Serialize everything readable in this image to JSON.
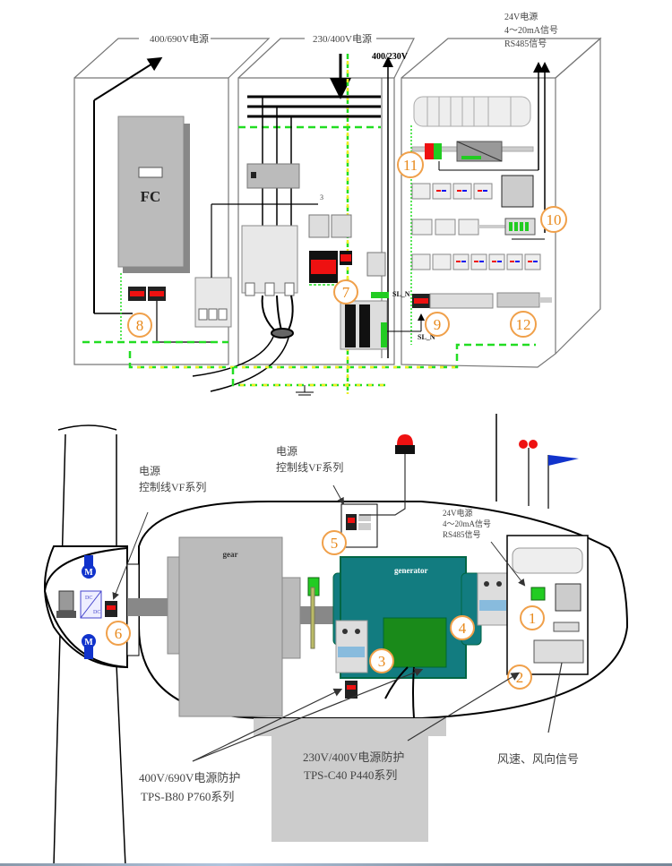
{
  "top_diagram": {
    "cabinet_labels": {
      "left": "400/690V电源",
      "middle": "230/400V电源",
      "middle_output": "400/230V",
      "right_lines": [
        "24V电源",
        "4～20mA信号",
        "RS485信号"
      ]
    },
    "fc_label": "FC",
    "fuse_count_label": "3",
    "sl_n_labels": [
      "SL_N",
      "SL_N"
    ],
    "callouts": [
      "7",
      "8",
      "9",
      "10",
      "11",
      "12"
    ]
  },
  "bottom_diagram": {
    "hub_annotation": [
      "电源",
      "控制线VF系列"
    ],
    "nacelle_annotation": [
      "电源",
      "控制线VF系列"
    ],
    "cabinet_annotation": [
      "24V电源",
      "4～20mA信号",
      "RS485信号"
    ],
    "gear_label": "gear",
    "generator_label": "generator",
    "motor_label": "M",
    "converter_labels": [
      "DC",
      "DC"
    ],
    "callouts": [
      "1",
      "2",
      "3",
      "4",
      "5",
      "6"
    ],
    "protection_left": [
      "400V/690V电源防护",
      "TPS-B80 P760系列"
    ],
    "protection_right": [
      "230V/400V电源防护",
      "TPS-C40 P440系列"
    ],
    "wind_signal": "风速、风向信号"
  },
  "colors": {
    "earth_green": "#22dd22",
    "earth_yellow": "#eeee22",
    "callout_orange": "#e8891c",
    "generator_teal": "#127c80",
    "spd_red": "#ee1111",
    "flag_blue": "#1133cc"
  }
}
